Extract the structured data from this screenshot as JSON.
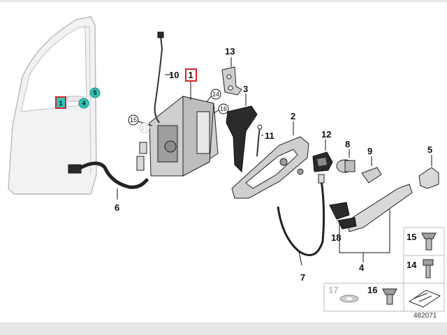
{
  "diagram": {
    "drawing_number": "482071",
    "callouts": {
      "c1_door": "1",
      "c4_door": "4",
      "c5_door": "5",
      "c1_lock": "1",
      "c2": "2",
      "c3": "3",
      "c4": "4",
      "c5": "5",
      "c6": "6",
      "c7": "7",
      "c8": "8",
      "c9": "9",
      "c10": "10",
      "c11": "11",
      "c12": "12",
      "c13": "13",
      "c14": "14",
      "c15": "15",
      "c16": "16",
      "c17": "17",
      "c18": "18"
    },
    "legend": {
      "c15": "15",
      "c14": "14",
      "c16": "16",
      "c17": "17"
    },
    "colors": {
      "highlight_red": "#d8232a",
      "teal": "#2ec4b6",
      "footer_gray": "#e6e6e6",
      "part_gray": "#d9d9d9",
      "dark_part": "#2a2a2a"
    }
  }
}
